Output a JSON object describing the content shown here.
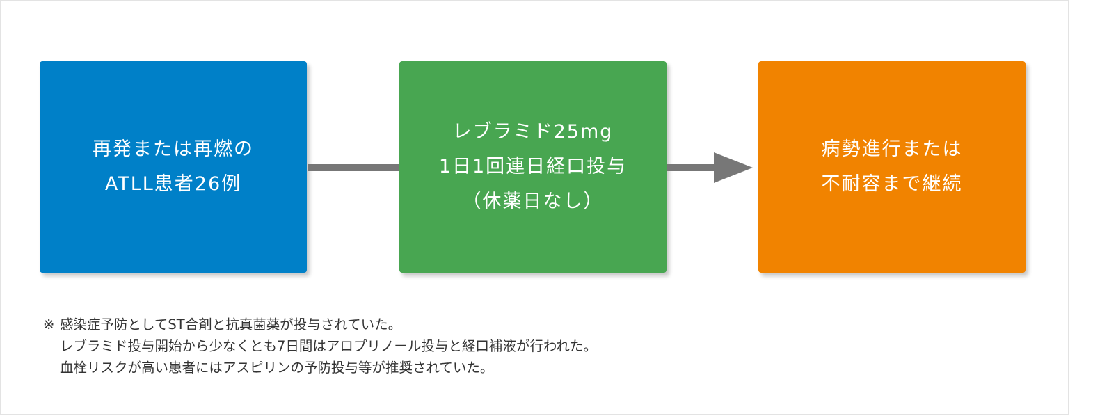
{
  "colors": {
    "blue": "#0080c8",
    "green": "#48a651",
    "orange": "#f18300",
    "arrow": "#777777"
  },
  "boxes": [
    {
      "lines": [
        "再発または再燃の",
        "ATLL患者26例"
      ]
    },
    {
      "lines": [
        "レブラミド25mg",
        "1日1回連日経口投与",
        "（休薬日なし）"
      ]
    },
    {
      "lines": [
        "病勢進行または",
        "不耐容まで継続"
      ]
    }
  ],
  "notes": {
    "mark": "※",
    "lines": [
      "感染症予防としてST合剤と抗真菌薬が投与されていた。",
      "レブラミド投与開始から少なくとも7日間はアロプリノール投与と経口補液が行われた。",
      "血栓リスクが高い患者にはアスピリンの予防投与等が推奨されていた。"
    ]
  }
}
